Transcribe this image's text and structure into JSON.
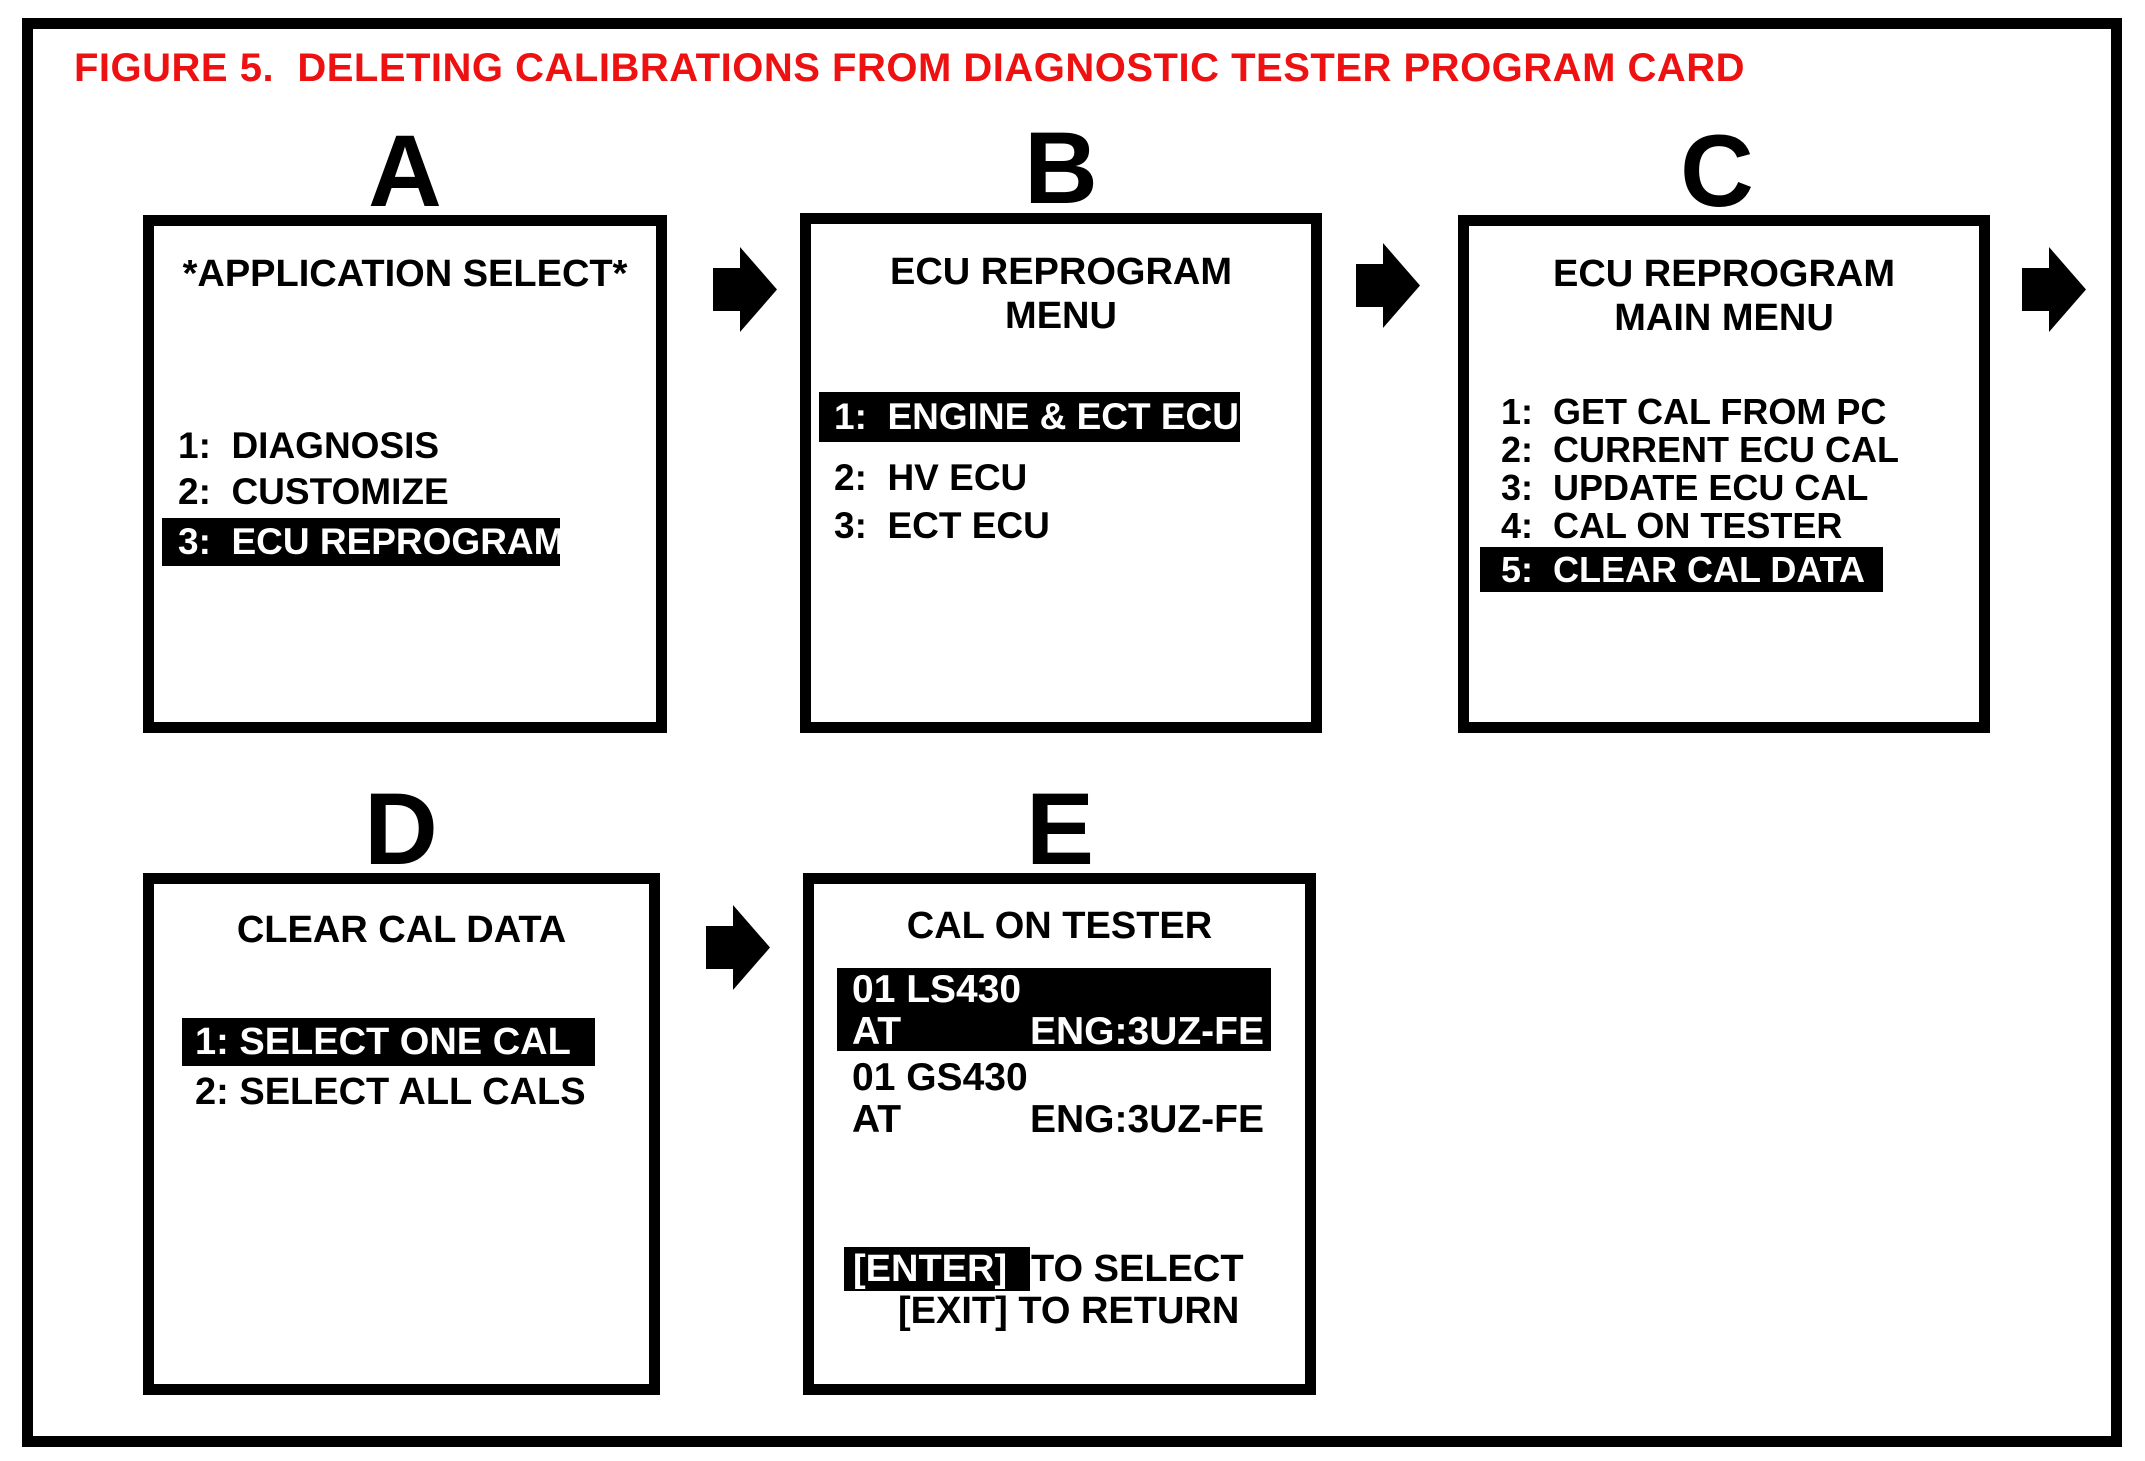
{
  "figure_title": "FIGURE 5.  DELETING CALIBRATIONS FROM DIAGNOSTIC TESTER PROGRAM CARD",
  "colors": {
    "title_red": "#ee1111",
    "ink_black": "#000000",
    "paper_white": "#ffffff"
  },
  "screens": {
    "a": {
      "letter": "A",
      "title": "*APPLICATION SELECT*",
      "items": [
        {
          "label": "1:  DIAGNOSIS",
          "highlighted": false
        },
        {
          "label": "2:  CUSTOMIZE",
          "highlighted": false
        },
        {
          "label": "3:  ECU REPROGRAM",
          "highlighted": true
        }
      ]
    },
    "b": {
      "letter": "B",
      "title_line1": "ECU REPROGRAM",
      "title_line2": "MENU",
      "items": [
        {
          "label": "1:  ENGINE & ECT ECU",
          "highlighted": true
        },
        {
          "label": "2:  HV ECU",
          "highlighted": false
        },
        {
          "label": "3:  ECT ECU",
          "highlighted": false
        }
      ]
    },
    "c": {
      "letter": "C",
      "title_line1": "ECU REPROGRAM",
      "title_line2": "MAIN MENU",
      "items": [
        {
          "label": "1:  GET CAL FROM PC",
          "highlighted": false
        },
        {
          "label": "2:  CURRENT ECU CAL",
          "highlighted": false
        },
        {
          "label": "3:  UPDATE ECU CAL",
          "highlighted": false
        },
        {
          "label": "4:  CAL ON TESTER",
          "highlighted": false
        },
        {
          "label": "5:  CLEAR CAL DATA",
          "highlighted": true
        }
      ]
    },
    "d": {
      "letter": "D",
      "title": "CLEAR CAL DATA",
      "items": [
        {
          "label": "1: SELECT ONE CAL",
          "highlighted": true
        },
        {
          "label": "2: SELECT ALL CALS",
          "highlighted": false
        }
      ]
    },
    "e": {
      "letter": "E",
      "title": "CAL ON TESTER",
      "cals": [
        {
          "model": "01 LS430",
          "trans": "AT",
          "engine": "ENG:3UZ-FE",
          "highlighted": true
        },
        {
          "model": "01 GS430",
          "trans": "AT",
          "engine": "ENG:3UZ-FE",
          "highlighted": false
        }
      ],
      "footer": {
        "enter_key": "[ENTER]",
        "enter_text": "TO SELECT",
        "exit_line": "[EXIT] TO RETURN"
      }
    }
  }
}
